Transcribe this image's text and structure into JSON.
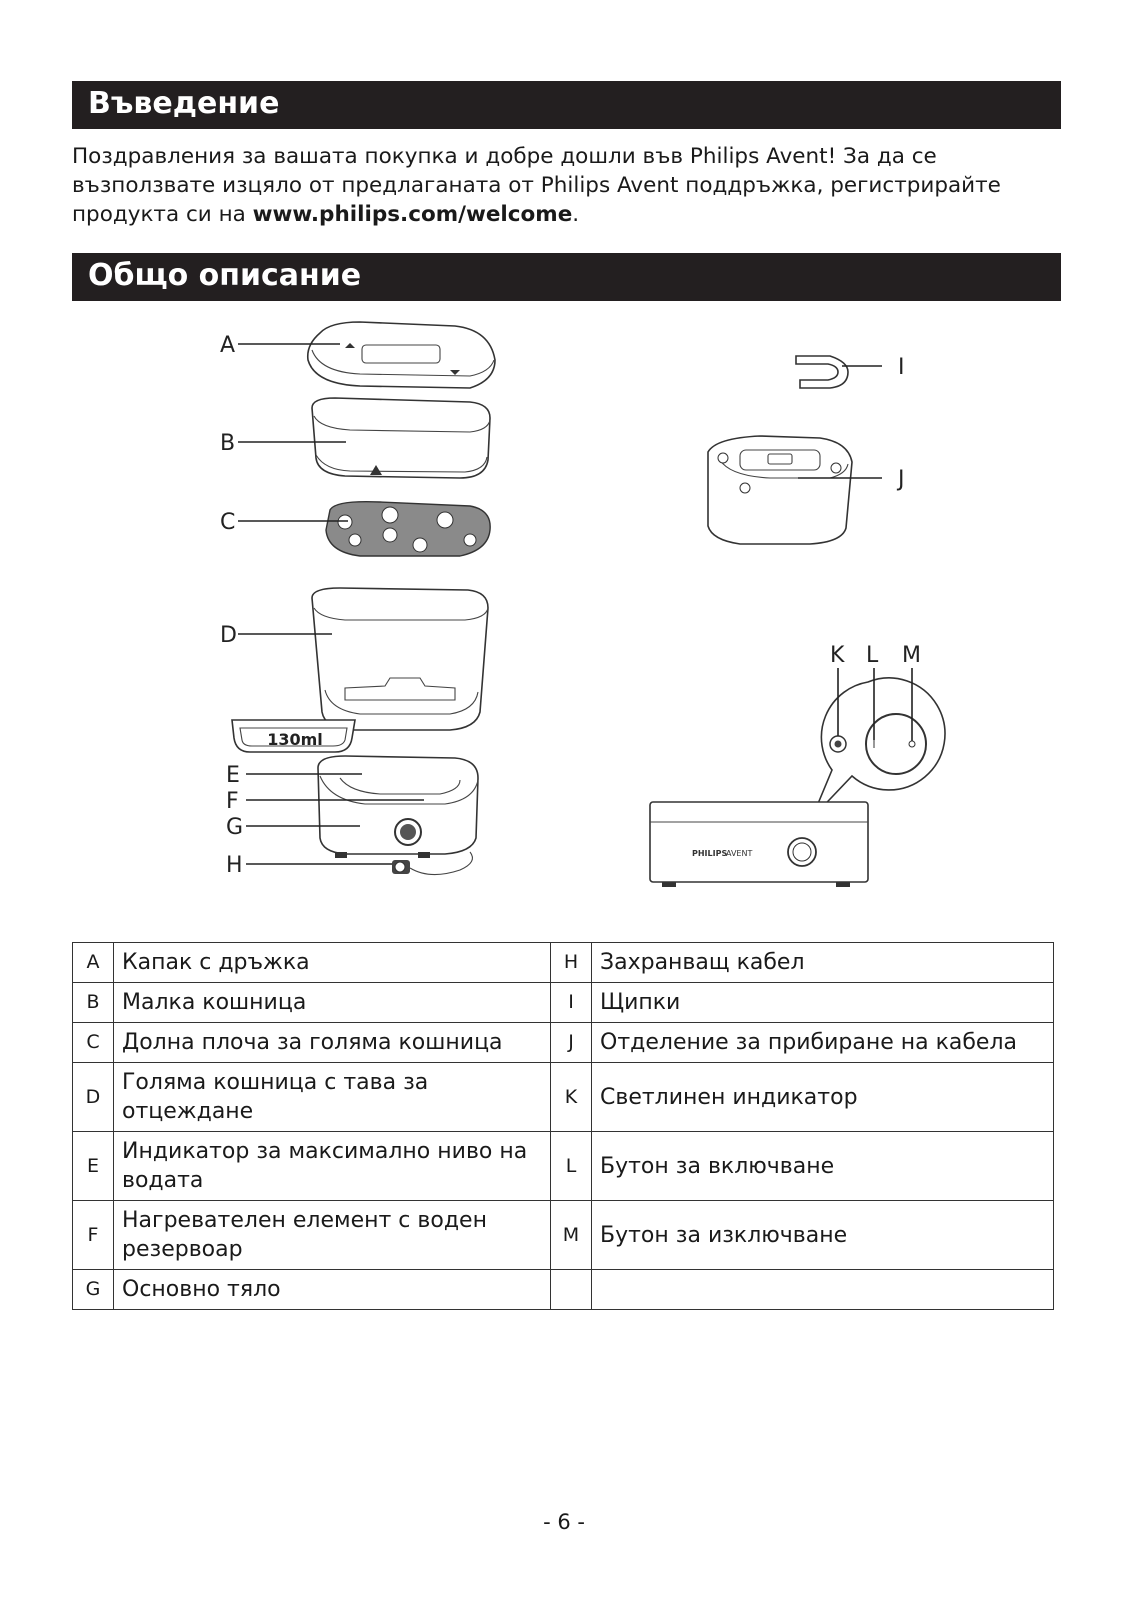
{
  "intro": {
    "heading": "Въведение",
    "text_before": "Поздравления за вашата покупка и добре дошли във Philips Avent! За да се възползвате изцяло от предлаганата от Philips Avent поддръжка, регистрирайте продукта си на ",
    "link": "www.philips.com/welcome",
    "text_after": "."
  },
  "general": {
    "heading": "Общо описание"
  },
  "figure": {
    "labels": [
      "A",
      "B",
      "C",
      "D",
      "E",
      "F",
      "G",
      "H",
      "I",
      "J",
      "K",
      "L",
      "M"
    ],
    "water_level_label": "130ml",
    "brand_text": "PHILIPS",
    "brand_sub": "AVENT"
  },
  "parts": [
    {
      "left_letter": "A",
      "left_text": "Капак с дръжка",
      "right_letter": "H",
      "right_text": "Захранващ кабел"
    },
    {
      "left_letter": "B",
      "left_text": "Малка кошница",
      "right_letter": "I",
      "right_text": "Щипки"
    },
    {
      "left_letter": "C",
      "left_text": "Долна плоча за голяма кошница",
      "right_letter": "J",
      "right_text": "Отделение за прибиране на кабела"
    },
    {
      "left_letter": "D",
      "left_text": "Голяма кошница с тава за отцеждане",
      "right_letter": "K",
      "right_text": "Светлинен индикатор"
    },
    {
      "left_letter": "E",
      "left_text": "Индикатор за максимално ниво на водата",
      "right_letter": "L",
      "right_text": "Бутон за включване"
    },
    {
      "left_letter": "F",
      "left_text": "Нагревателен елемент с воден резервоар",
      "right_letter": "M",
      "right_text": "Бутон за изключване"
    },
    {
      "left_letter": "G",
      "left_text": "Основно тяло",
      "right_letter": "",
      "right_text": ""
    }
  ],
  "page_number": "- 6 -"
}
